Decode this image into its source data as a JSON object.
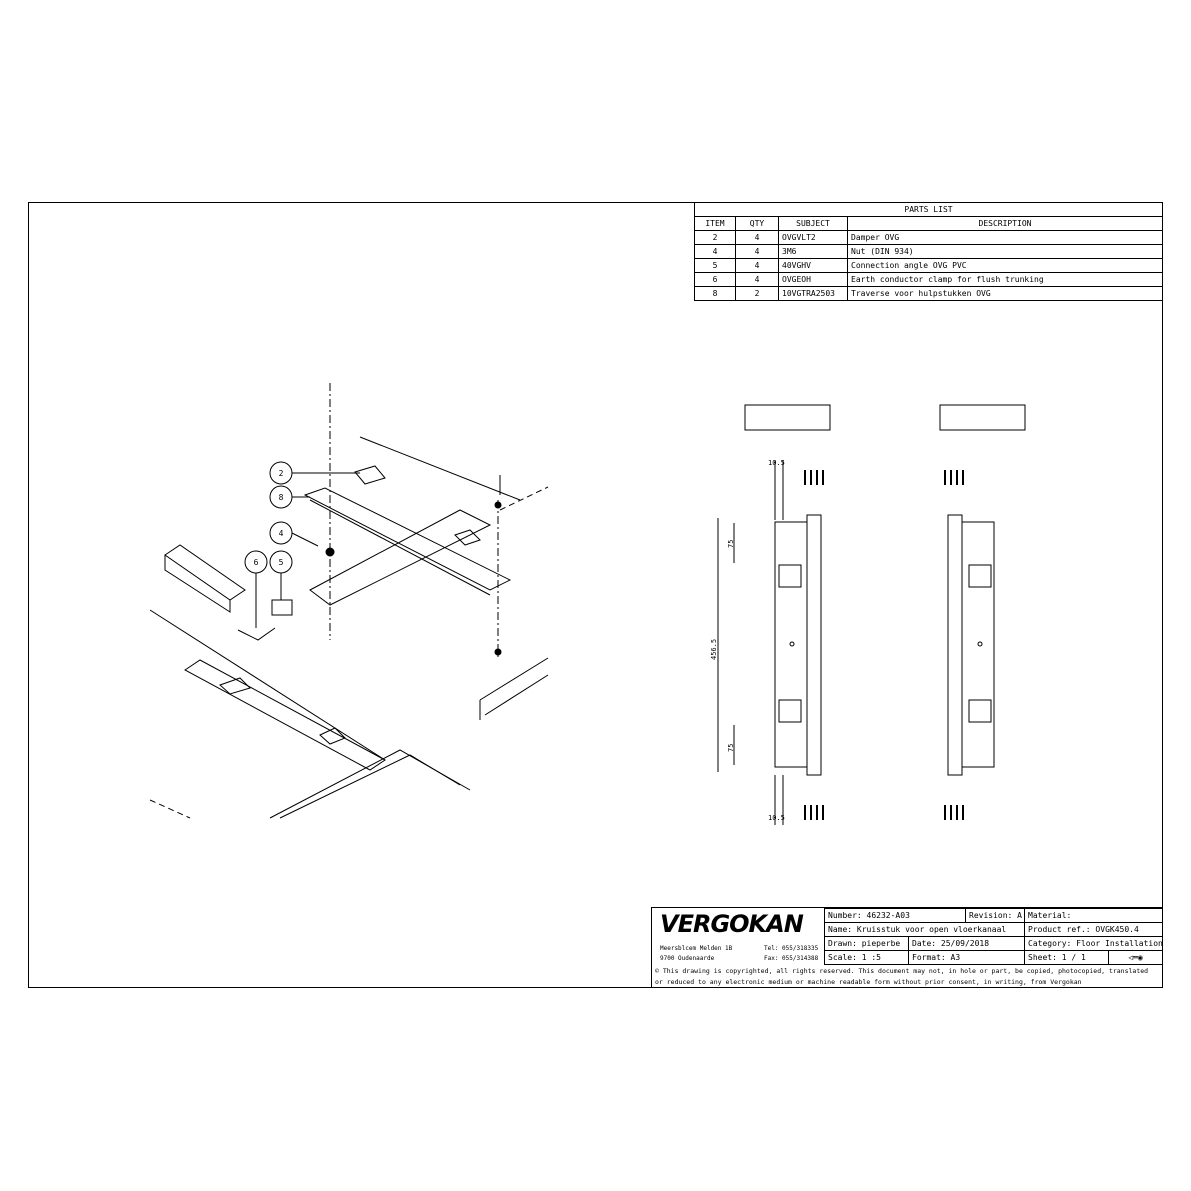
{
  "parts_list": {
    "title": "PARTS LIST",
    "headers": [
      "ITEM",
      "QTY",
      "SUBJECT",
      "DESCRIPTION"
    ],
    "rows": [
      {
        "item": "2",
        "qty": "4",
        "subject": "OVGVLT2",
        "description": "Damper OVG"
      },
      {
        "item": "4",
        "qty": "4",
        "subject": "3M6",
        "description": "Nut (DIN 934)"
      },
      {
        "item": "5",
        "qty": "4",
        "subject": "40VGHV",
        "description": "Connection angle OVG PVC"
      },
      {
        "item": "6",
        "qty": "4",
        "subject": "OVGEOH",
        "description": "Earth conductor clamp for flush trunking"
      },
      {
        "item": "8",
        "qty": "2",
        "subject": "10VGTRA2503",
        "description": "Traverse voor hulpstukken OVG"
      }
    ]
  },
  "balloons": [
    "2",
    "8",
    "4",
    "6",
    "5"
  ],
  "dimensions": {
    "top_offset": "10.5",
    "end_spacing_top": "75",
    "overall_length": "456.5",
    "end_spacing_bottom": "75",
    "bottom_offset": "10.5"
  },
  "title_block": {
    "logo": "VERGOKAN",
    "address_1": "Meersblcem Melden 1B",
    "address_2": "9700 Oudenaarde",
    "tel": "Tel: 055/318335",
    "fax": "Fax: 055/314388",
    "number": "Number: 46232-A03",
    "revision": "Revision: A",
    "material": "Material:",
    "name": "Name: Kruisstuk voor open vloerkanaal",
    "product_ref": "Product ref.: OVGK450.4",
    "drawn": "Drawn: pieperbe",
    "date": "Date: 25/09/2018",
    "category": "Category: Floor Installations",
    "scale": "Scale: 1 :5",
    "format": "Format: A3",
    "sheet": "Sheet: 1 / 1",
    "copyright": "© This drawing is copyrighted, all rights reserved. This document may not, in hole or part, be copied, photocopied, translated or reduced to any electronic medium or machine readable form without prior consent, in writing, from Vergokan"
  }
}
